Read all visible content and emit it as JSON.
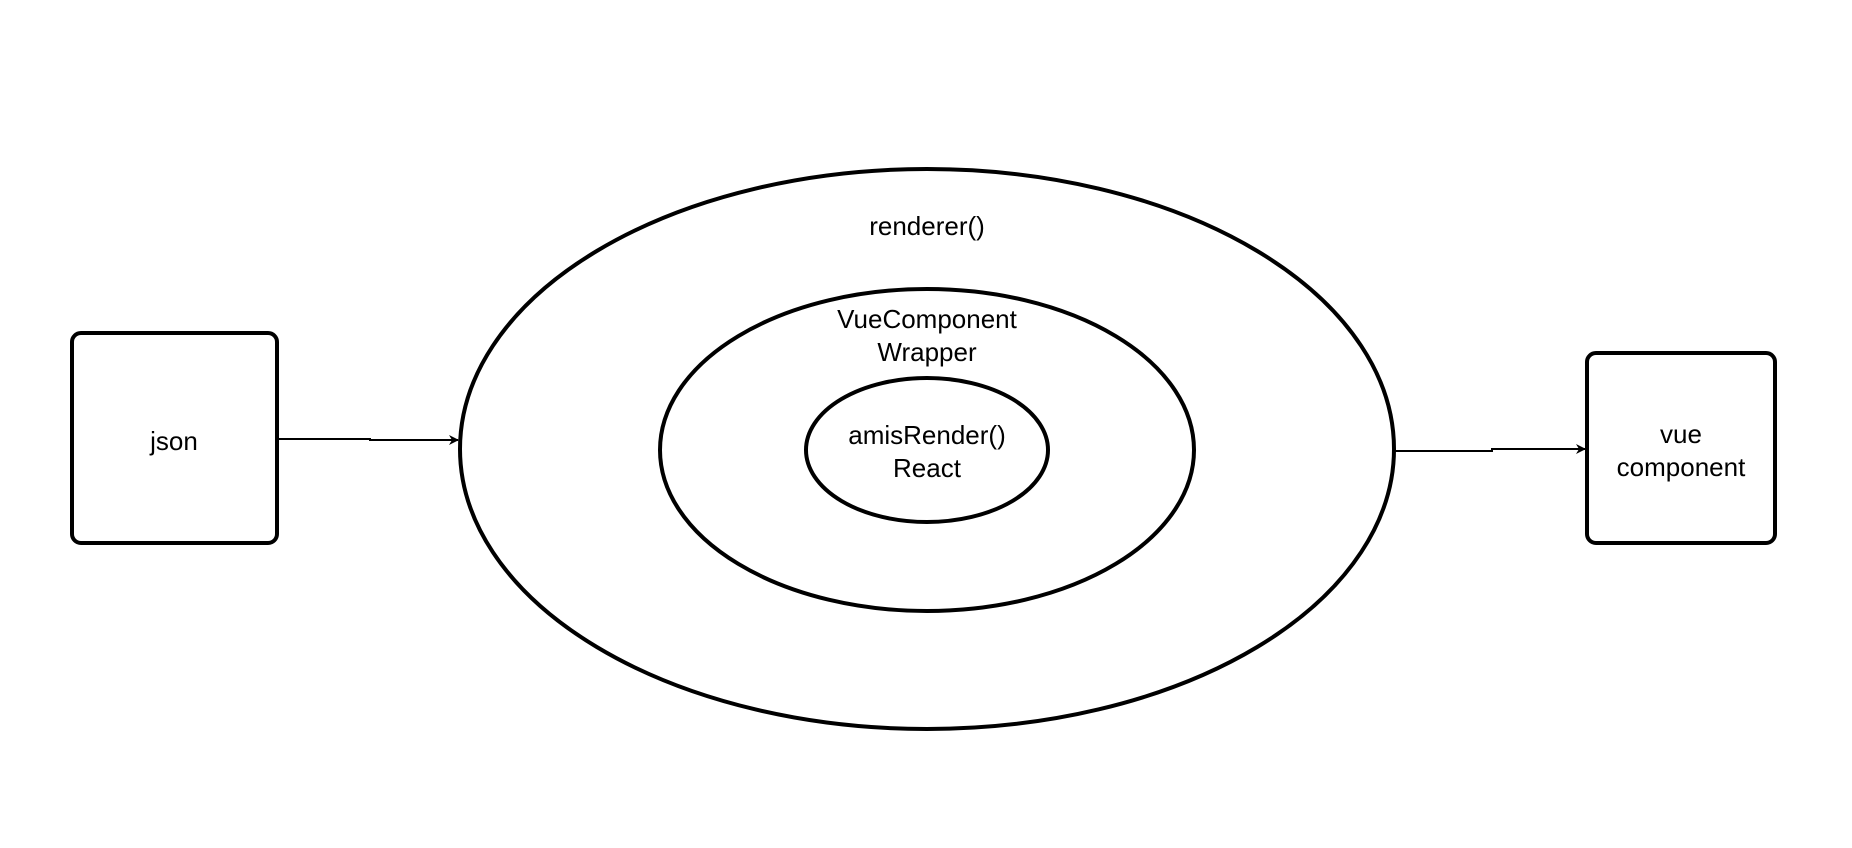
{
  "nodes": {
    "json_box": {
      "label": "json"
    },
    "renderer": {
      "label": "renderer()"
    },
    "wrapper": {
      "label_line1": "VueComponent",
      "label_line2": "Wrapper"
    },
    "amis": {
      "label_line1": "amisRender()",
      "label_line2": "React"
    },
    "vue_box": {
      "label_line1": "vue",
      "label_line2": "component"
    }
  },
  "colors": {
    "stroke": "#000000",
    "fill": "#ffffff"
  }
}
